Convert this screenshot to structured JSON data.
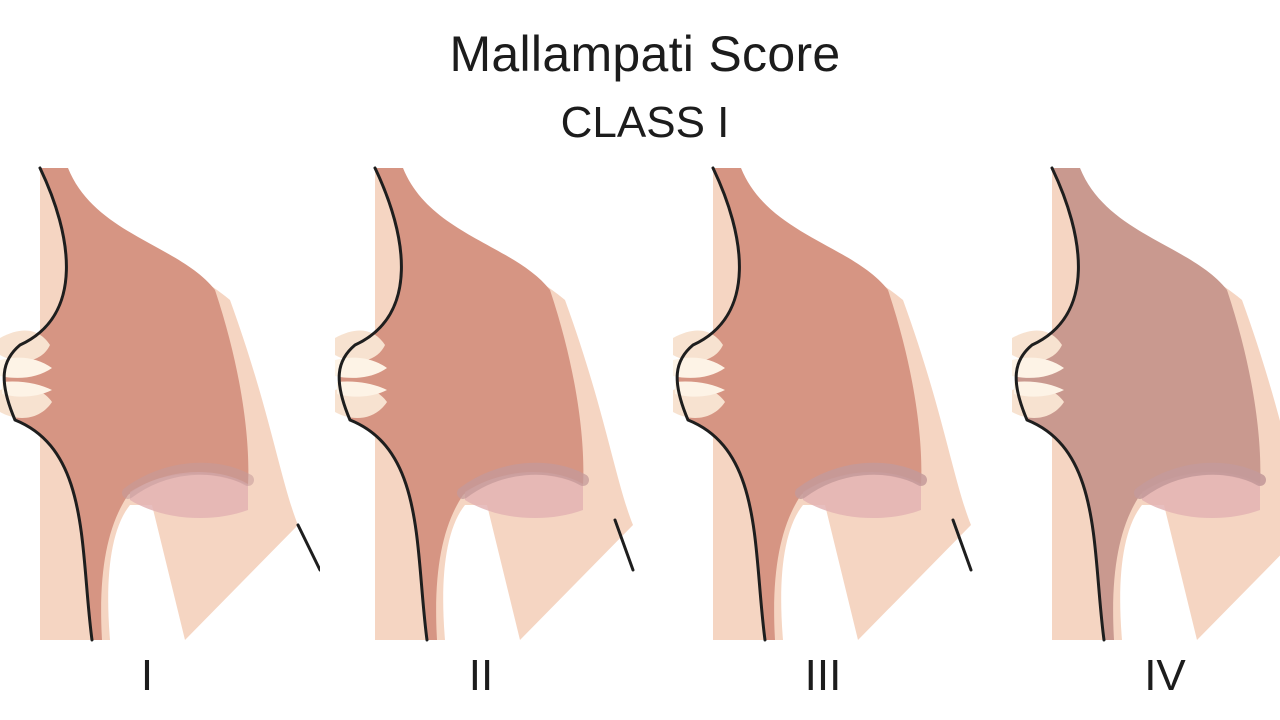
{
  "title": "Mallampati Score",
  "subtitle": "CLASS I",
  "classes": [
    {
      "label": "I",
      "cavity_color": "#d69583",
      "fold_color": "#c49a9a",
      "fold_opacity": 0.55
    },
    {
      "label": "II",
      "cavity_color": "#d69583",
      "fold_color": "#c49a9a",
      "fold_opacity": 0.75
    },
    {
      "label": "III",
      "cavity_color": "#d69583",
      "fold_color": "#c49a9a",
      "fold_opacity": 0.85
    },
    {
      "label": "IV",
      "cavity_color": "#c9998f",
      "fold_color": "#c49a9a",
      "fold_opacity": 0.9
    }
  ],
  "colors": {
    "outline": "#1e1e1e",
    "skin": "#f5d5c2",
    "lip": "#f7e2d0",
    "teeth": "#fdf3e6",
    "throat": "#e3b3b3",
    "tongue": "#f3cfc4"
  }
}
